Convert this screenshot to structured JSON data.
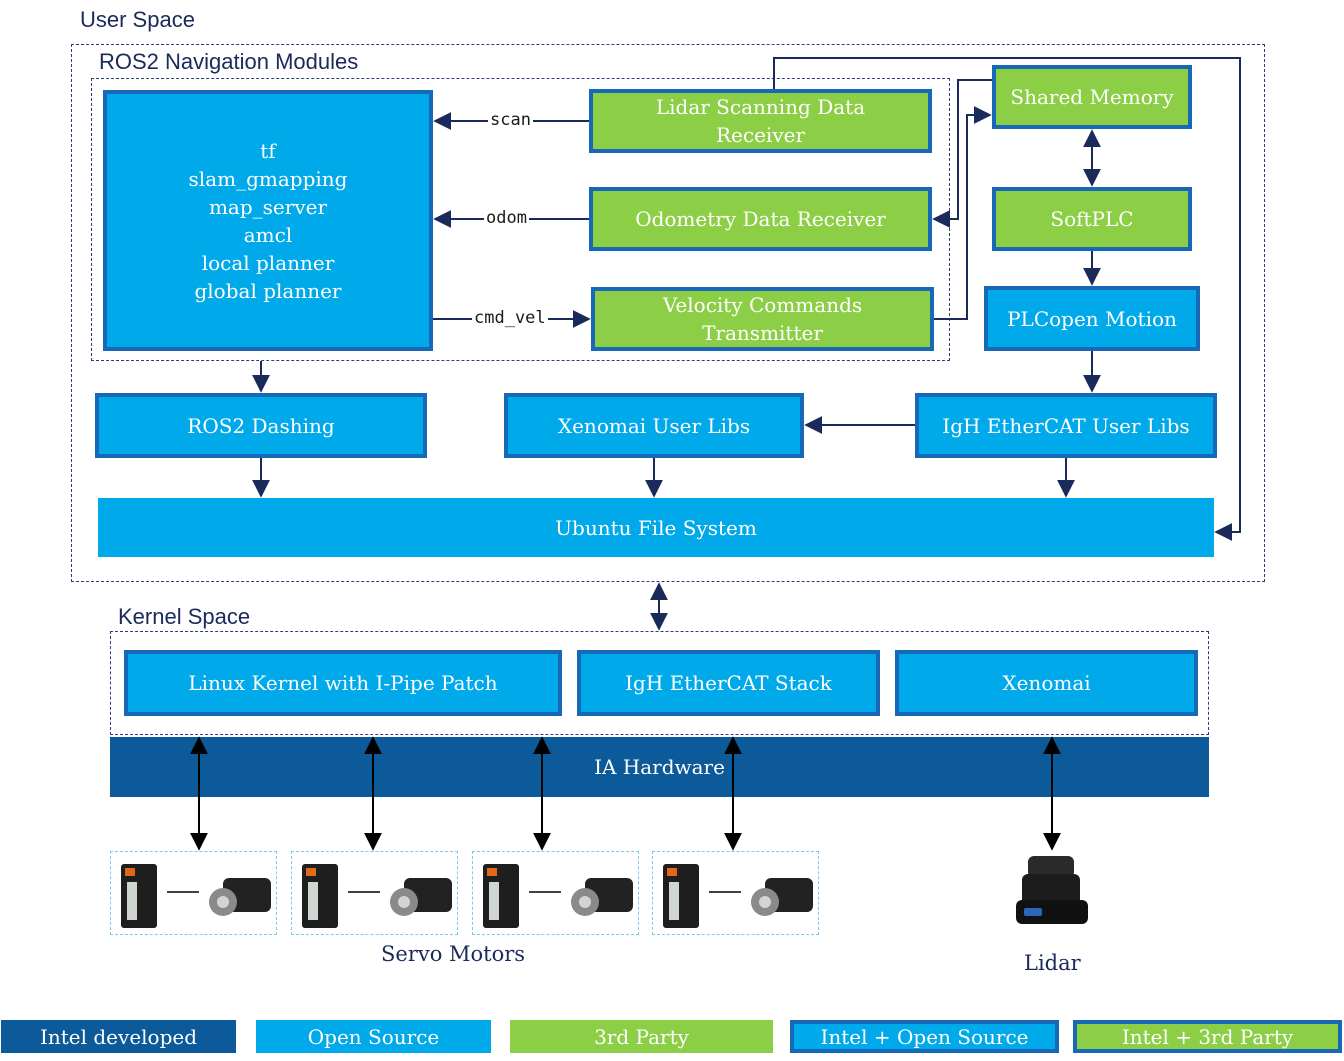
{
  "regions": {
    "user_space": "User Space",
    "ros2_nav": "ROS2 Navigation Modules",
    "kernel_space": "Kernel Space"
  },
  "nav_modules": [
    "tf",
    "slam_gmapping",
    "map_server",
    "amcl",
    "local planner",
    "global planner"
  ],
  "boxes": {
    "lidar_receiver": "Lidar Scanning Data Receiver",
    "odometry_receiver": "Odometry Data Receiver",
    "velocity_transmitter": "Velocity Commands Transmitter",
    "shared_memory": "Shared Memory",
    "softplc": "SoftPLC",
    "plcopen": "PLCopen Motion",
    "ros2_dashing": "ROS2 Dashing",
    "xenomai_user_libs": "Xenomai User Libs",
    "igh_user_libs": "IgH EtherCAT User Libs",
    "ubuntu_fs": "Ubuntu File System",
    "linux_kernel": "Linux Kernel with I-Pipe Patch",
    "igh_stack": "IgH EtherCAT Stack",
    "xenomai": "Xenomai",
    "ia_hardware": "IA Hardware"
  },
  "edges": {
    "scan": "scan",
    "odom": "odom",
    "cmd_vel": "cmd_vel"
  },
  "devices": {
    "servo_motors": "Servo Motors",
    "lidar": "Lidar"
  },
  "legend": {
    "intel_developed": "Intel developed",
    "open_source": "Open Source",
    "third_party": "3rd Party",
    "intel_open_source": "Intel + Open Source",
    "intel_third_party": "Intel + 3rd Party"
  },
  "colors": {
    "intel_developed": "#0c5a9a",
    "open_source": "#00a9ea",
    "third_party": "#8ccf46",
    "border_blue": "#1769b7",
    "line_navy": "#1a2a5a"
  }
}
